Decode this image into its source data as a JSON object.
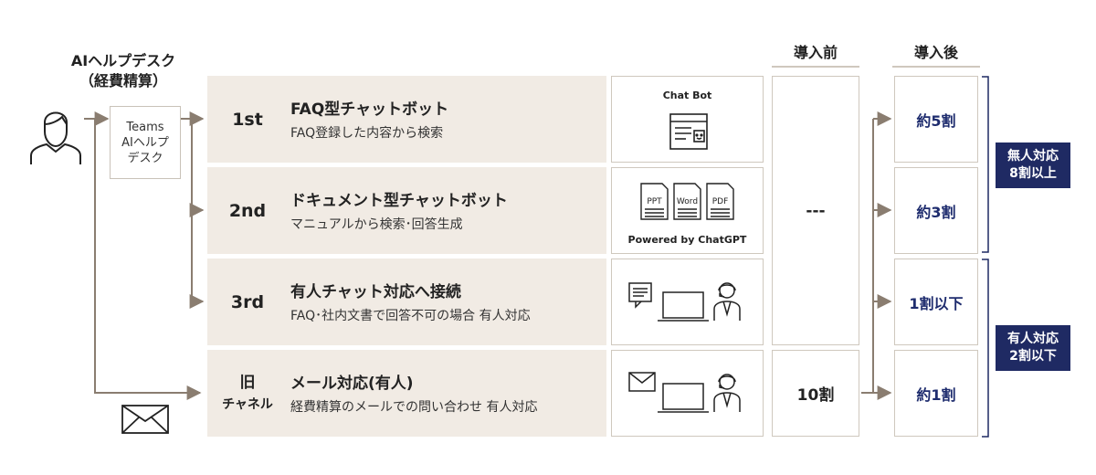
{
  "left": {
    "title_line1": "AIヘルプデスク",
    "title_line2": "（経費精算）",
    "teams_line1": "Teams",
    "teams_line2": "AIヘルプ",
    "teams_line3": "デスク"
  },
  "headers": {
    "before": "導入前",
    "after": "導入後"
  },
  "rows": [
    {
      "rank": "1st",
      "title": "FAQ型チャットボット",
      "desc": "FAQ登録した内容から検索",
      "icon_label": "Chat Bot",
      "after": "約5割"
    },
    {
      "rank": "2nd",
      "title": "ドキュメント型チャットボット",
      "desc": "マニュアルから検索･回答生成",
      "icon_label": "Powered by ChatGPT",
      "doc_labels": [
        "PPT",
        "Word",
        "PDF"
      ],
      "after": "約3割"
    },
    {
      "rank": "3rd",
      "title": "有人チャット対応へ接続",
      "desc": "FAQ･社内文書で回答不可の場合 有人対応",
      "after": "1割以下"
    },
    {
      "rank_line1": "旧",
      "rank_line2": "チャネル",
      "title": "メール対応(有人)",
      "desc": "経費精算のメールでの問い合わせ 有人対応",
      "after": "約1割"
    }
  ],
  "before": {
    "ai": "---",
    "email": "10割"
  },
  "badges": [
    {
      "line1": "無人対応",
      "line2": "8割以上"
    },
    {
      "line1": "有人対応",
      "line2": "2割以下"
    }
  ],
  "colors": {
    "accent": "#1f2a63",
    "row_bg": "#f1ebe4",
    "connector": "#8a7d70"
  }
}
